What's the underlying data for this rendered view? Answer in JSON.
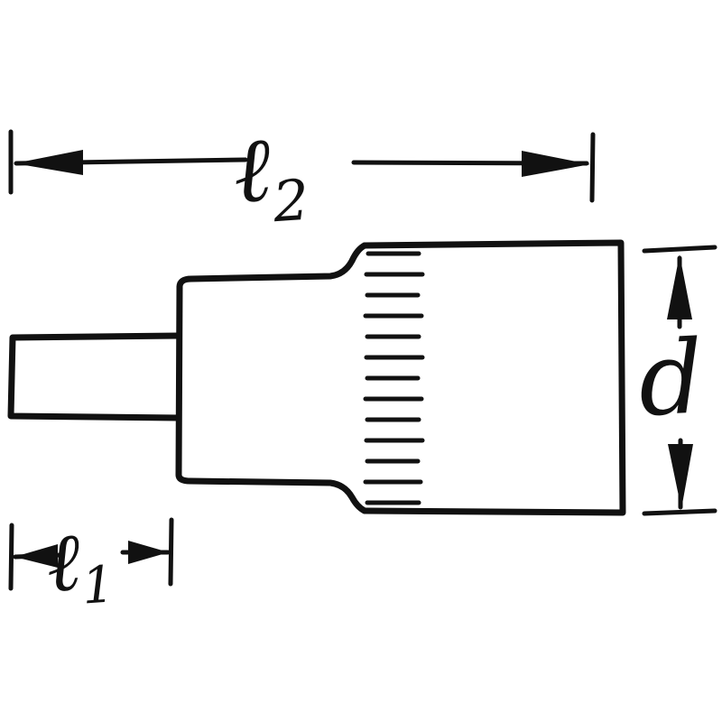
{
  "diagram": {
    "type": "technical-line-drawing",
    "subject": "screwdriver-socket-bit-side-view",
    "colors": {
      "ink": "#111111",
      "background": "#ffffff"
    },
    "labels": {
      "l2": {
        "symbol": "ℓ",
        "subscript": "2"
      },
      "l1": {
        "symbol": "ℓ",
        "subscript": "1"
      },
      "d": {
        "symbol": "d"
      }
    }
  }
}
